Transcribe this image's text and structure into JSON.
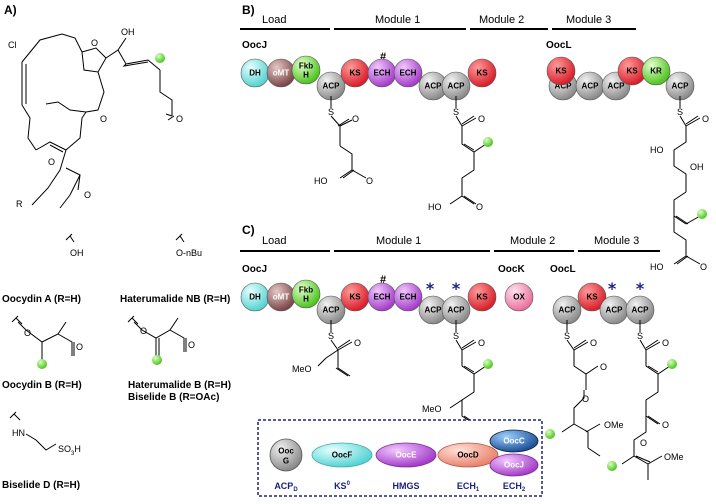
{
  "panels": {
    "a": "A)",
    "b": "B)",
    "c": "C)"
  },
  "module_labels": {
    "load": "Load",
    "module1": "Module 1",
    "module2": "Module 2",
    "module3": "Module 3"
  },
  "proteins": {
    "oocj": "OocJ",
    "oocl": "OocL",
    "oock": "OocK"
  },
  "domains": {
    "dh": "DH",
    "omt": "oMT",
    "fkb": "Fkb",
    "fkb_h": "H",
    "acp": "ACP",
    "ks": "KS",
    "ech": "ECH",
    "kr": "KR",
    "ox": "OX"
  },
  "markers": {
    "hash": "#",
    "star": "*"
  },
  "panel_a": {
    "labels": {
      "cl": "Cl",
      "o": "O",
      "oh": "OH",
      "r": "R",
      "oh_sub": "OH",
      "obu_sub": "O-nBu",
      "hn": "HN",
      "so3h": "SO",
      "so3h_sub": "3",
      "so3h_h": "H"
    },
    "compounds": {
      "oocydin_a": "Oocydin A (R=H)",
      "haterumalide_nb": "Haterumalide NB (R=H)",
      "oocydin_b": "Oocydin B (R=H)",
      "haterumalide_b": "Haterumalide B (R=H)",
      "biselide_b": "Biselide  B (R=OAc)",
      "biselide_d": "Biselide D (R=H)"
    }
  },
  "chem_labels": {
    "s": "S",
    "o": "O",
    "ho": "HO",
    "oh": "OH",
    "meo": "MeO",
    "ome": "OMe"
  },
  "legend": [
    {
      "name": "Ooc G",
      "line1": "Ooc",
      "line2": "G",
      "caption": "ACP",
      "caption_sub": "D",
      "color": "#9e9e9e"
    },
    {
      "name": "OocF",
      "caption": "KS",
      "caption_sup": "0",
      "color": "#7fe3e3"
    },
    {
      "name": "OocE",
      "caption": "HMGS",
      "color": "#b44fd6"
    },
    {
      "name": "OocD",
      "caption": "ECH",
      "caption_sub": "1",
      "color": "#f0907e"
    },
    {
      "name": "OocC",
      "name2": "OocJ",
      "caption": "ECH",
      "caption_sub": "2",
      "color": "#2a6fb8",
      "color2": "#b44fd6"
    }
  ],
  "colors": {
    "dh": "#7fe3e3",
    "omt": "#8a5a5a",
    "fkb": "#66dd33",
    "acp": "#9e9e9e",
    "ks": "#e8323c",
    "ech": "#b44fd6",
    "kr": "#66dd33",
    "ox": "#f08fb0",
    "star": "#1a237e",
    "green_dot": "#66dd33",
    "legend_border": "#1a237e"
  }
}
